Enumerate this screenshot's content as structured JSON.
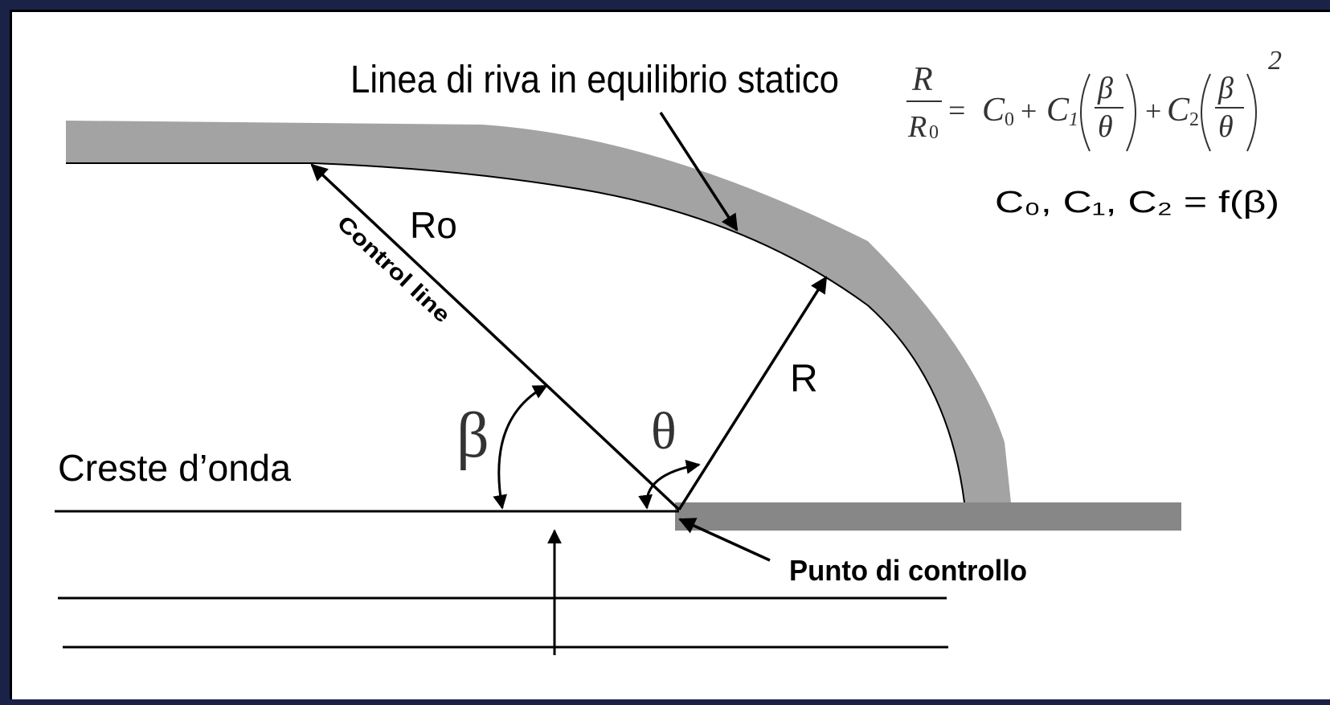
{
  "title": "Linea di riva in equilibrio statico",
  "labels": {
    "crests": "Creste d’onda",
    "control_point": "Punto di controllo",
    "control_line": "Control line",
    "ro": "Ro",
    "r": "R",
    "beta": "β",
    "theta": "θ"
  },
  "formula": {
    "lhs_num": "R",
    "lhs_den": "R",
    "lhs_den_sub": "0",
    "eq": "=",
    "c0": "C",
    "c0_sub": "0",
    "plus": "+",
    "c1": "C",
    "c1_sub": "1",
    "c2": "C",
    "c2_sub": "2",
    "frac_num": "β",
    "frac_den": "θ",
    "exp": "2",
    "coeffs": "C₀, C₁, C₂ = f(β)"
  },
  "colors": {
    "frame": "#1b2248",
    "shoreline": "#a3a3a3",
    "groin": "#878787"
  }
}
